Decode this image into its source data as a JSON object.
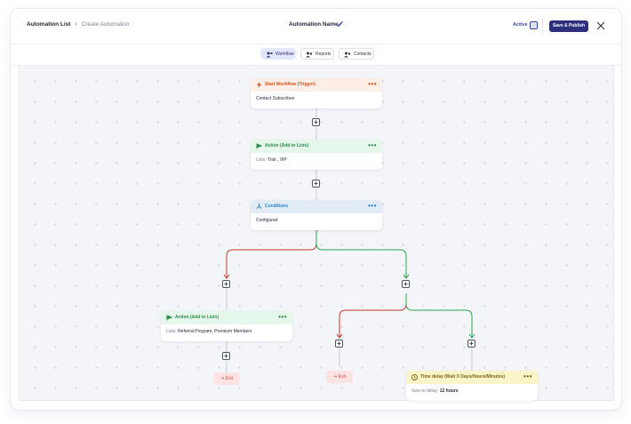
{
  "header": {
    "breadcrumb_root": "Automation List",
    "breadcrumb_sep": "›",
    "breadcrumb_current": "Create Automation",
    "automation_name": "Automation Name",
    "status_label": "Active",
    "publish_label": "Save & Publish"
  },
  "tabs": [
    {
      "label": "Workflow",
      "active": true,
      "icon": "workflow-icon"
    },
    {
      "label": "Reports",
      "active": false,
      "icon": "reports-icon"
    },
    {
      "label": "Contacts",
      "active": false,
      "icon": "contacts-icon"
    }
  ],
  "nodes": {
    "trigger": {
      "title": "Start Workflow (Trigger)",
      "body": "Contact Subscribes",
      "icon": "lightning-icon",
      "color": "#d9541a"
    },
    "action1": {
      "title": "Action (Add to Lists)",
      "body_key": "Lists:",
      "body_value": "Trial , VIP",
      "icon": "flag-icon",
      "color": "#2f8a4b"
    },
    "conditions": {
      "title": "Conditions",
      "body": "Configured",
      "icon": "branch-icon",
      "color": "#2f80c7"
    },
    "action2": {
      "title": "Action (Add to Lists)",
      "body_key": "Lists:",
      "body_value": "Referral Program, Premium Members",
      "icon": "flag-icon",
      "color": "#2f8a4b"
    },
    "delay": {
      "title": "Time delay (Wait X Days/Hours/Minutes)",
      "body_key": "Sets to delay:",
      "body_value": "12 hours",
      "icon": "clock-icon",
      "color": "#7a6515"
    }
  },
  "menu_dots": "•••",
  "plus_symbol": "+",
  "exit_label": "Exit",
  "colors": {
    "no_branch": "#c0392b",
    "yes_branch": "#27a24a",
    "publish_bg": "#2d2f7c"
  }
}
